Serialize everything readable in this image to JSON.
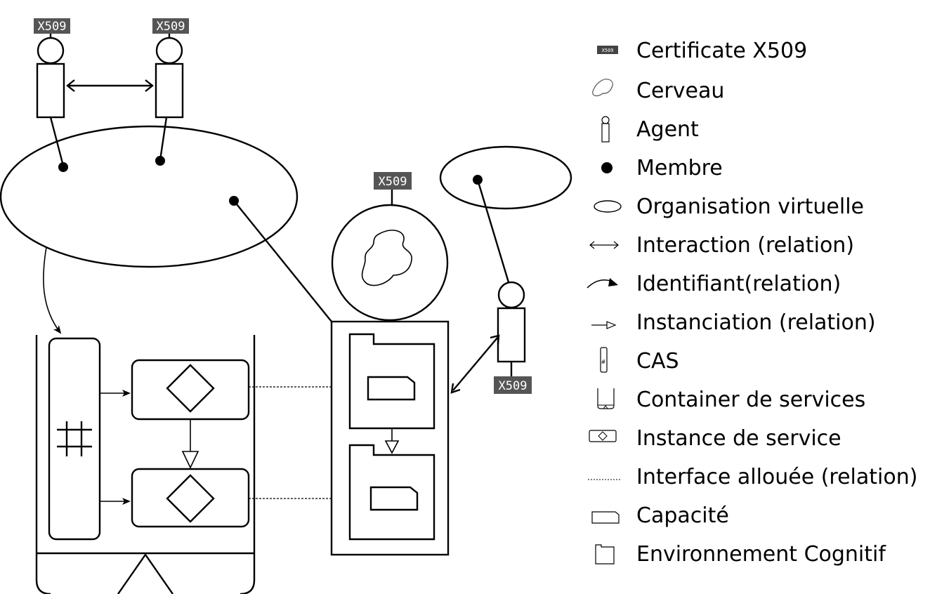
{
  "certificate_label": "X509",
  "legend": [
    {
      "icon": "certificate-icon",
      "label": "Certificate X509"
    },
    {
      "icon": "brain-icon",
      "label": "Cerveau"
    },
    {
      "icon": "agent-icon",
      "label": "Agent"
    },
    {
      "icon": "member-dot-icon",
      "label": "Membre"
    },
    {
      "icon": "ellipse-icon",
      "label": "Organisation virtuelle"
    },
    {
      "icon": "double-arrow-icon",
      "label": "Interaction (relation)"
    },
    {
      "icon": "curved-arrow-icon",
      "label": "Identifiant(relation)"
    },
    {
      "icon": "hollow-arrow-icon",
      "label": "Instanciation (relation)"
    },
    {
      "icon": "cas-icon",
      "label": "CAS"
    },
    {
      "icon": "container-icon",
      "label": "Container de services"
    },
    {
      "icon": "diamond-box-icon",
      "label": "Instance de service"
    },
    {
      "icon": "dashed-line-icon",
      "label": "Interface allouée (relation)"
    },
    {
      "icon": "tab-box-icon",
      "label": "Capacité"
    },
    {
      "icon": "folder-icon",
      "label": "Environnement Cognitif"
    }
  ]
}
